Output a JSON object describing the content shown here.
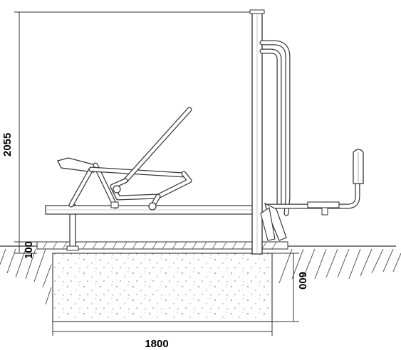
{
  "diagram": {
    "dimensions": {
      "height": "2055",
      "ground_offset": "100",
      "foundation_depth": "600",
      "foundation_width": "1800"
    }
  }
}
